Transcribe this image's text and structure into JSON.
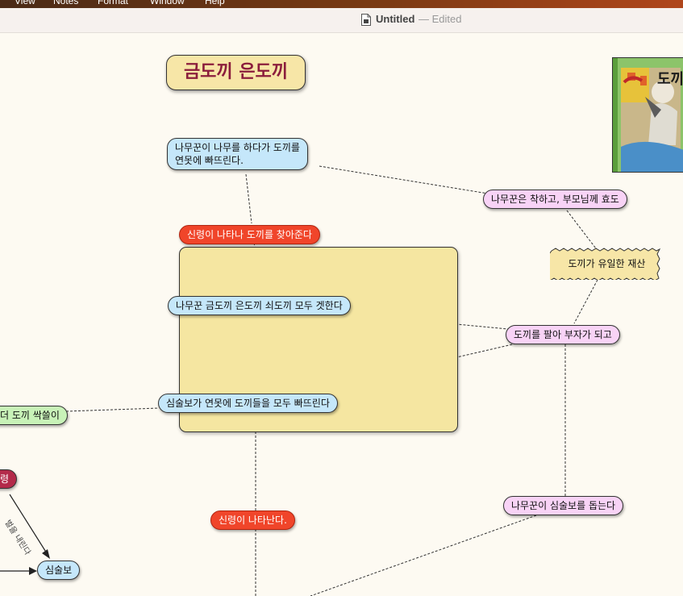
{
  "menubar": {
    "items": [
      "View",
      "Notes",
      "Format",
      "Window",
      "Help"
    ]
  },
  "window": {
    "title": "Untitled",
    "status": "— Edited"
  },
  "map": {
    "title": "금도끼 은도끼",
    "nodes": {
      "woodcutter_drops": "나무꾼이 나무를 하다가 도끼를\n연못에 빠뜨린다.",
      "kind_woodcutter": "나무꾼은 착하고, 부모님께 효도",
      "axe_only_asset": "도끼가 유일한 재산",
      "spirit_finds_axe": "신령이 나타나 도끼를 찾아준다",
      "gets_all_axes": "나무꾼 금도끼 은도끼 쇠도끼 모두 겟한다",
      "sells_axes_rich": "도끼를 팔아 부자가 되고",
      "greedy_drops_all": "심술보가 연못에 도끼들을 모두 빠뜨린다",
      "axes_swept": "더 도끼 싹쓸이",
      "spirit_partial": "령",
      "punishment_label": "벌을 내린다",
      "simsulbo": "심술보",
      "woodcutter_helps": "나무꾼이 심술보를 돕는다",
      "spirit_appears": "신령이 나타난다."
    }
  },
  "colors": {
    "blue_node": "#c5e7fa",
    "pink_node": "#f8d3f6",
    "red_node": "#f0452a",
    "green_node": "#c8f2b8",
    "maroon_node": "#b32a4a",
    "box": "#f5e6a1",
    "title_text": "#8b1d3c"
  }
}
